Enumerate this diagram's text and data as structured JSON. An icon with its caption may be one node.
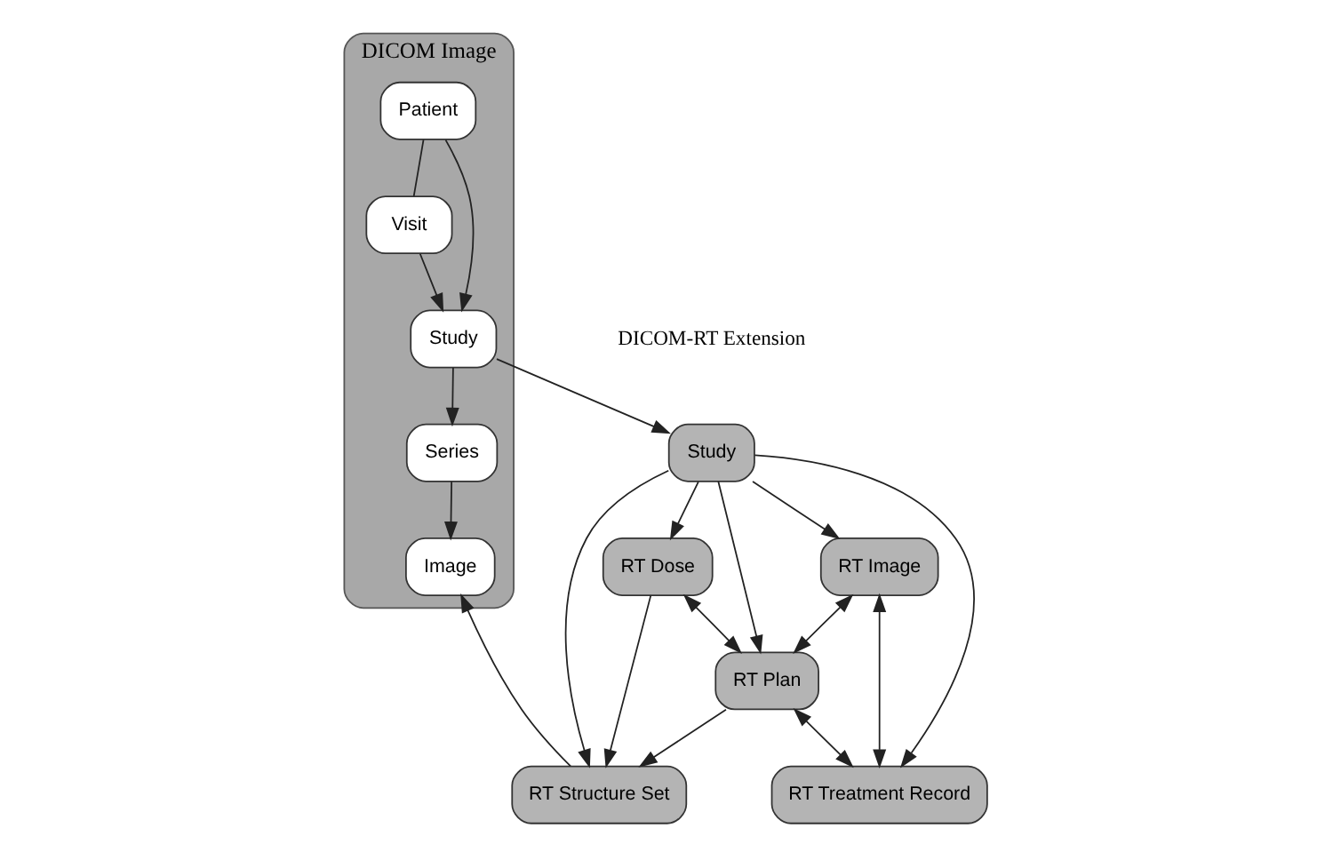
{
  "diagram": {
    "nodes": [
      {
        "text": [
          "DICOM Image"
        ]
      },
      {
        "text": [
          "Patient"
        ],
        "in": 0
      },
      {
        "text": [
          "Visit"
        ],
        "in": 0
      },
      {
        "text": [
          "Study"
        ],
        "in": 0
      },
      {
        "text": [
          "Series"
        ],
        "in": 0
      },
      {
        "text": [
          "Image"
        ],
        "in": 0
      },
      {
        "text": [
          "Study"
        ]
      },
      {
        "text": [
          "RT Image"
        ]
      },
      {
        "text": [
          "RT Dose"
        ]
      },
      {
        "text": [
          "RT Structure Set"
        ]
      },
      {
        "text": [
          "RT Plan"
        ]
      },
      {
        "text": [
          "RT Treatment Record"
        ]
      }
    ],
    "edges": [
      {
        "from": 1,
        "to": 2,
        "arrow": "none"
      },
      {
        "from": 1,
        "to": 3,
        "arrow": "to"
      },
      {
        "from": 2,
        "to": 3,
        "arrow": "to"
      },
      {
        "from": 3,
        "to": 4,
        "arrow": "to"
      },
      {
        "from": 4,
        "to": 5,
        "arrow": "to"
      },
      {
        "from": 3,
        "to": 6,
        "arrow": "to"
      },
      {
        "from": 6,
        "to": 7,
        "arrow": "to"
      },
      {
        "from": 6,
        "to": 8,
        "arrow": "to"
      },
      {
        "from": 6,
        "to": 9,
        "arrow": "to"
      },
      {
        "from": 6,
        "to": 10,
        "arrow": "to"
      },
      {
        "from": 6,
        "to": 11,
        "arrow": "to"
      },
      {
        "from": 9,
        "to": 5,
        "arrow": "to"
      },
      {
        "from": 8,
        "to": 9,
        "arrow": "to"
      },
      {
        "from": 10,
        "to": 9,
        "arrow": "to"
      },
      {
        "from": 8,
        "to": 10,
        "arrow": "both"
      },
      {
        "from": 7,
        "to": 10,
        "arrow": "both"
      },
      {
        "from": 10,
        "to": 11,
        "arrow": "both"
      },
      {
        "from": 7,
        "to": 11,
        "arrow": "both"
      }
    ],
    "labels": [
      "DICOM-RT Extension"
    ]
  }
}
